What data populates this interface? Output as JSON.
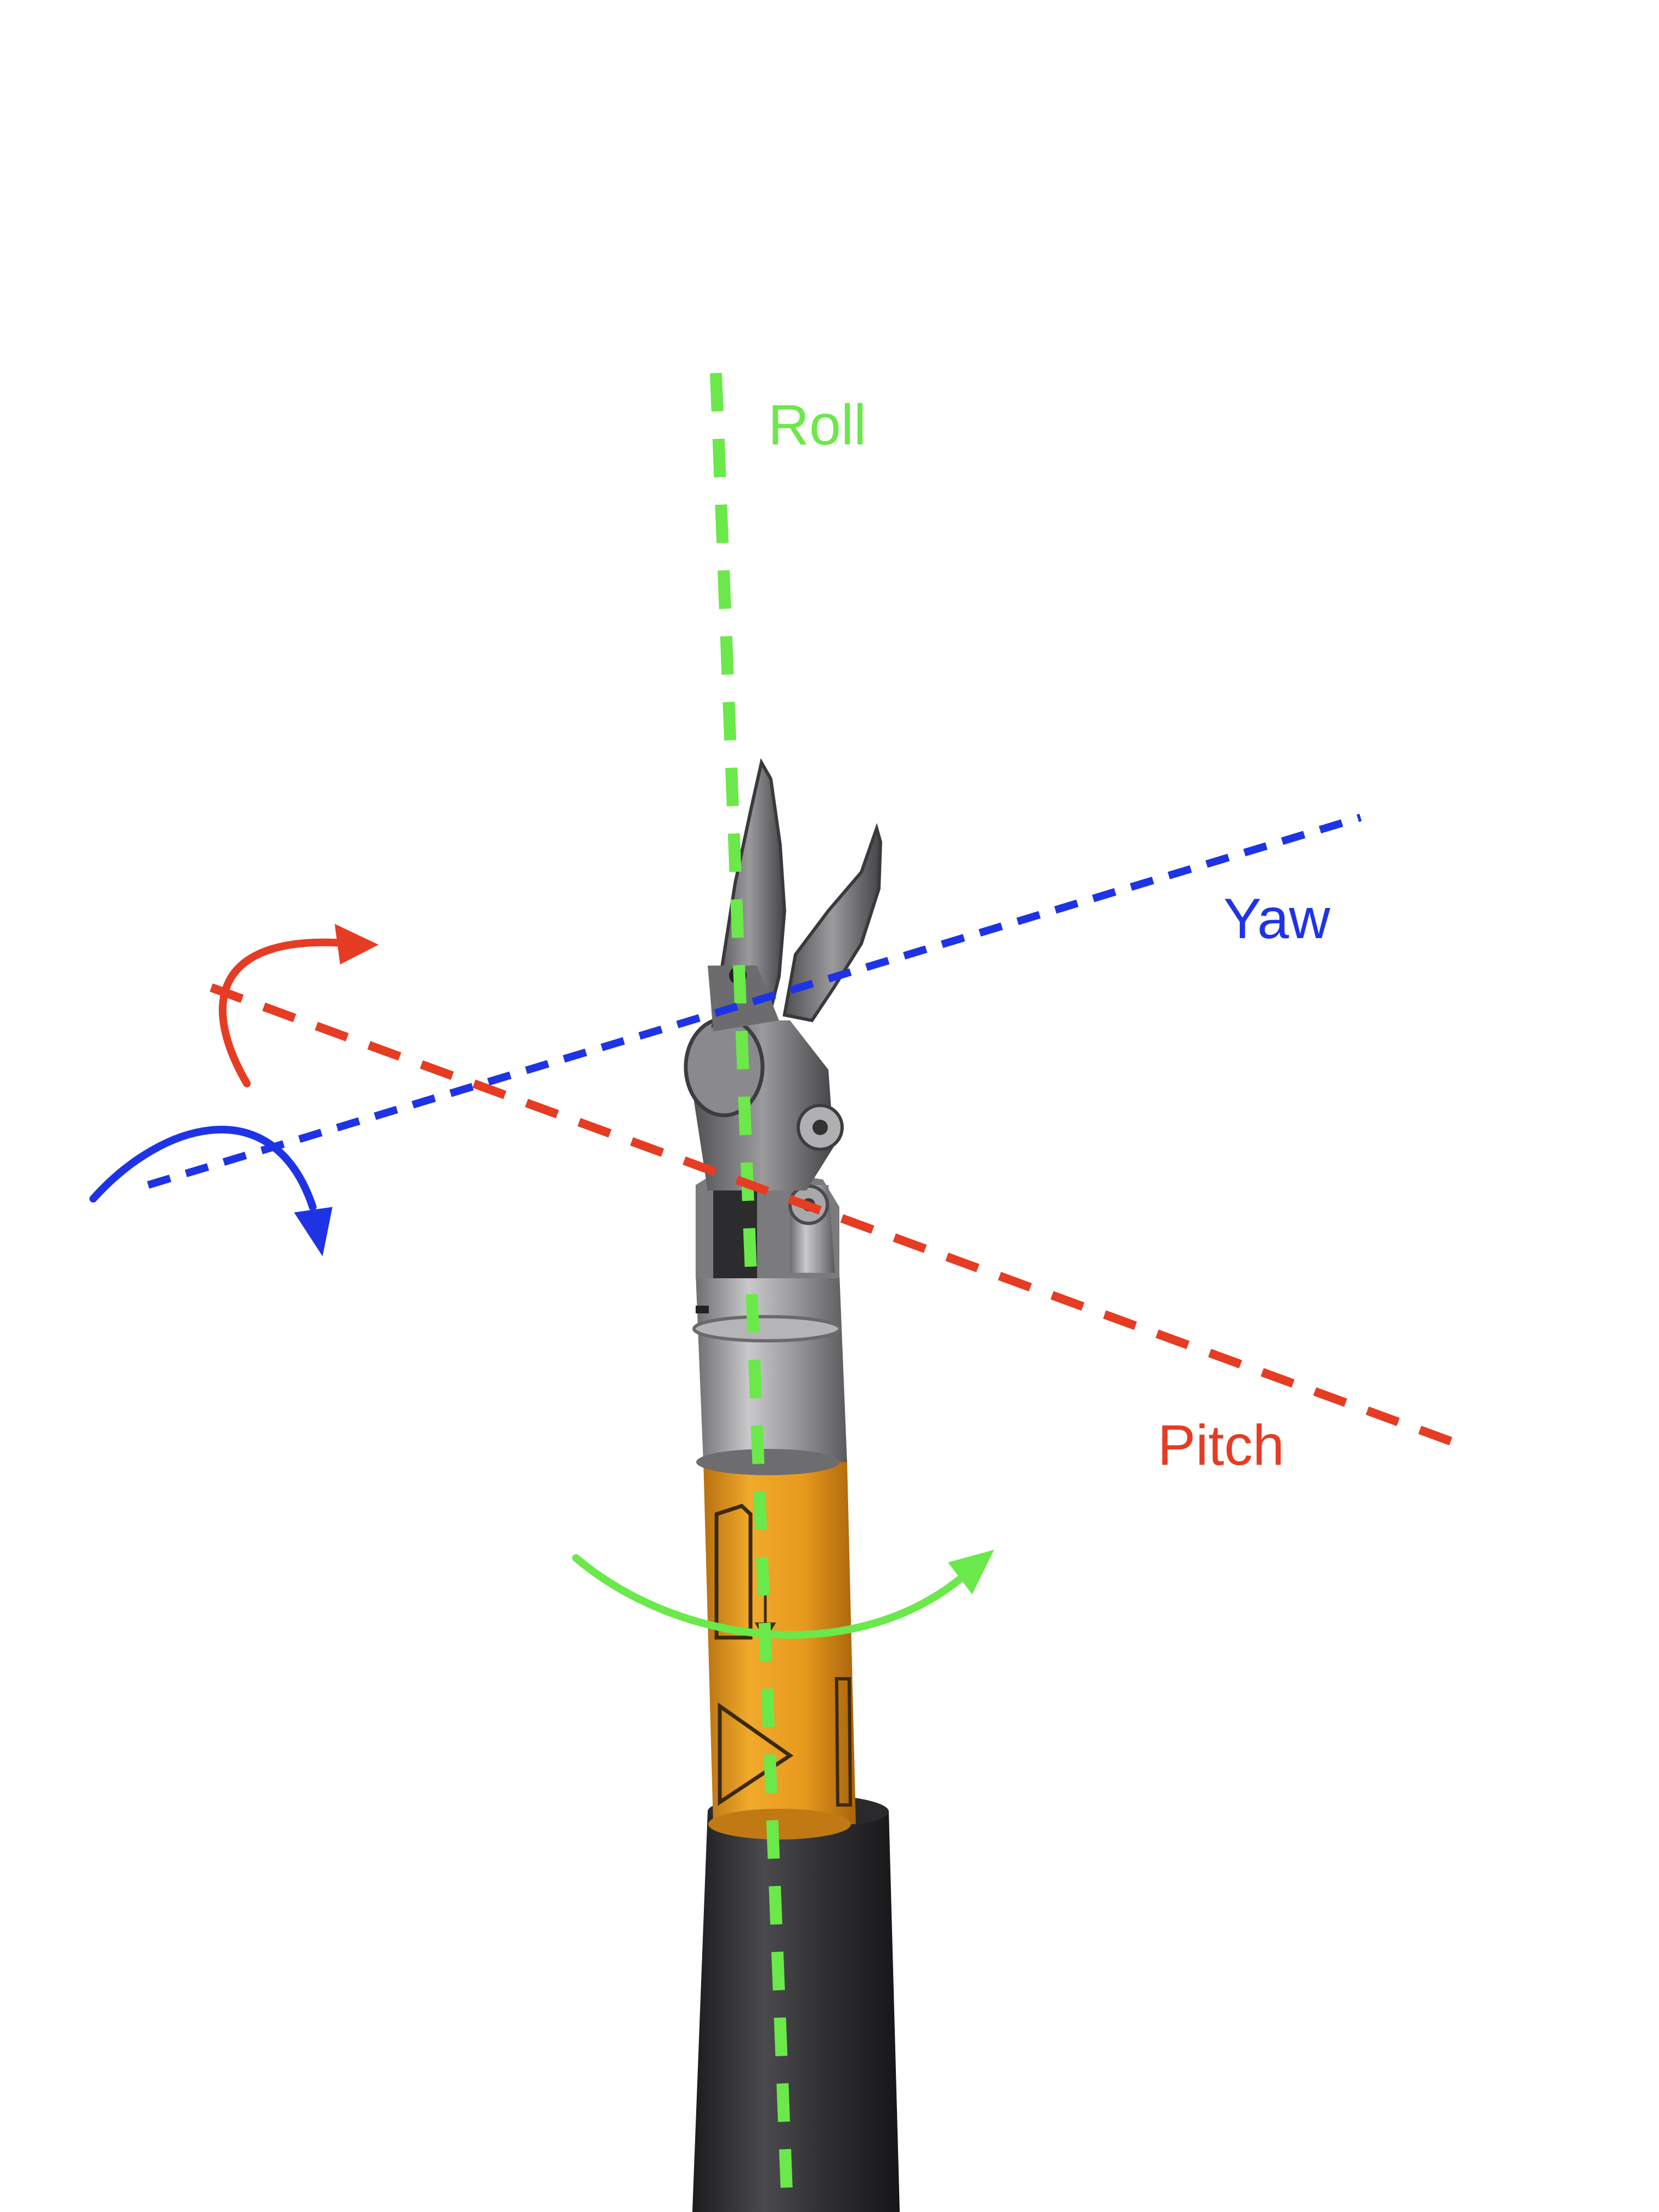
{
  "labels": {
    "roll": "Roll",
    "yaw": "Yaw",
    "pitch": "Pitch"
  },
  "colors": {
    "background": "#ffffff",
    "roll": "#6be84a",
    "yaw": "#1f33e6",
    "pitch": "#e63c23",
    "shaft_dark": "#2e2e30",
    "sleeve_orange": "#e59a1e",
    "metal": "#8a8a8c"
  },
  "icons": {
    "roll_arrow": "curved-arrow-icon",
    "yaw_arrow": "curved-arrow-icon",
    "pitch_arrow": "curved-arrow-icon"
  }
}
